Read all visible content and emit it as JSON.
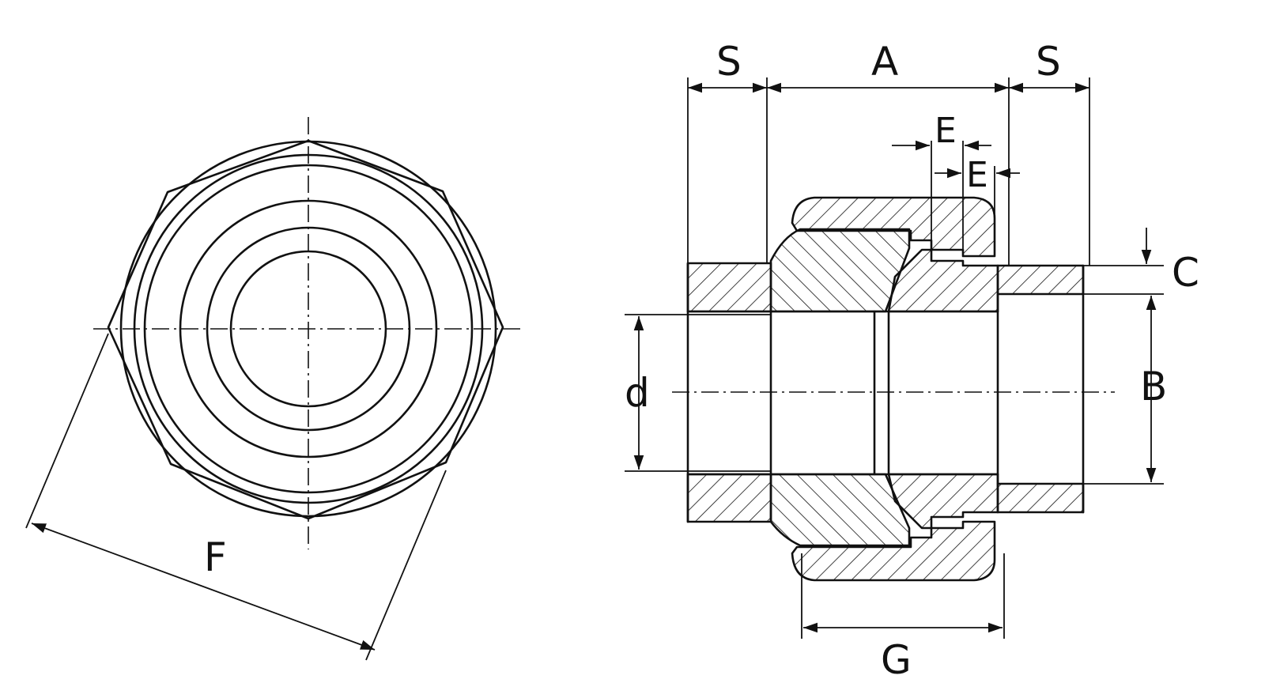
{
  "labels": {
    "S_left": "S",
    "A": "A",
    "S_right": "S",
    "E_upper": "E",
    "E_lower": "E",
    "C": "C",
    "B": "B",
    "d": "d",
    "G": "G",
    "F": "F"
  }
}
